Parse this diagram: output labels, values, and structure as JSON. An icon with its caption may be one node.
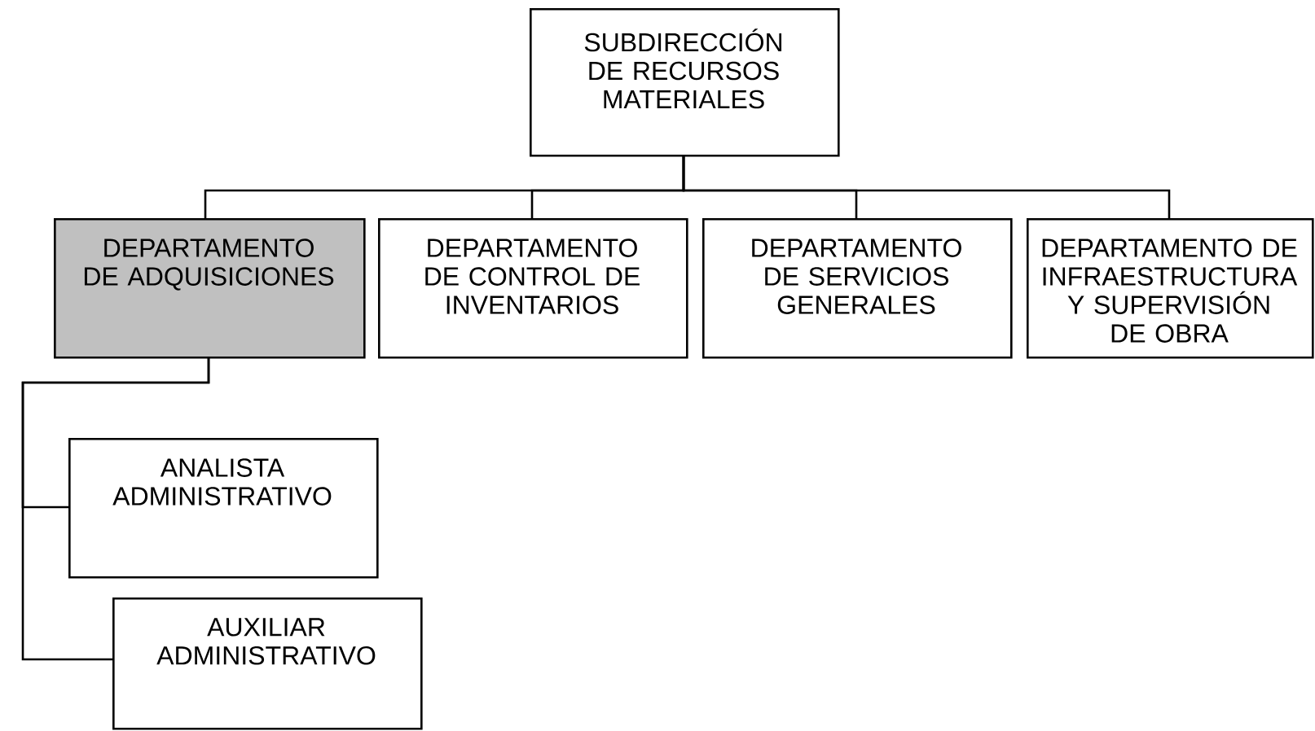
{
  "diagram": {
    "nodes": [
      {
        "text": [
          "SUBDIRECCIÓN DE RECURSOS MATERIALES"
        ]
      },
      {
        "text": [
          "DEPARTAMENTO DE ADQUISICIONES"
        ]
      },
      {
        "text": [
          "DEPARTAMENTO DE CONTROL DE INVENTARIOS"
        ]
      },
      {
        "text": [
          "DEPARTAMENTO DE SERVICIOS GENERALES"
        ]
      },
      {
        "text": [
          "DEPARTAMENTO DE INFRAESTRUCTURA Y SUPERVISIÓN DE OBRA"
        ]
      },
      {
        "text": [
          "ANALISTA ADMINISTRATIVO"
        ]
      },
      {
        "text": [
          "AUXILIAR ADMINISTRATIVO"
        ]
      }
    ],
    "edges": [
      {
        "from": 0,
        "to": 1,
        "arrow": "none"
      },
      {
        "from": 0,
        "to": 2,
        "arrow": "none"
      },
      {
        "from": 0,
        "to": 3,
        "arrow": "none"
      },
      {
        "from": 0,
        "to": 4,
        "arrow": "none"
      },
      {
        "from": 1,
        "to": 5,
        "arrow": "none"
      },
      {
        "from": 1,
        "to": 6,
        "arrow": "none"
      }
    ]
  }
}
